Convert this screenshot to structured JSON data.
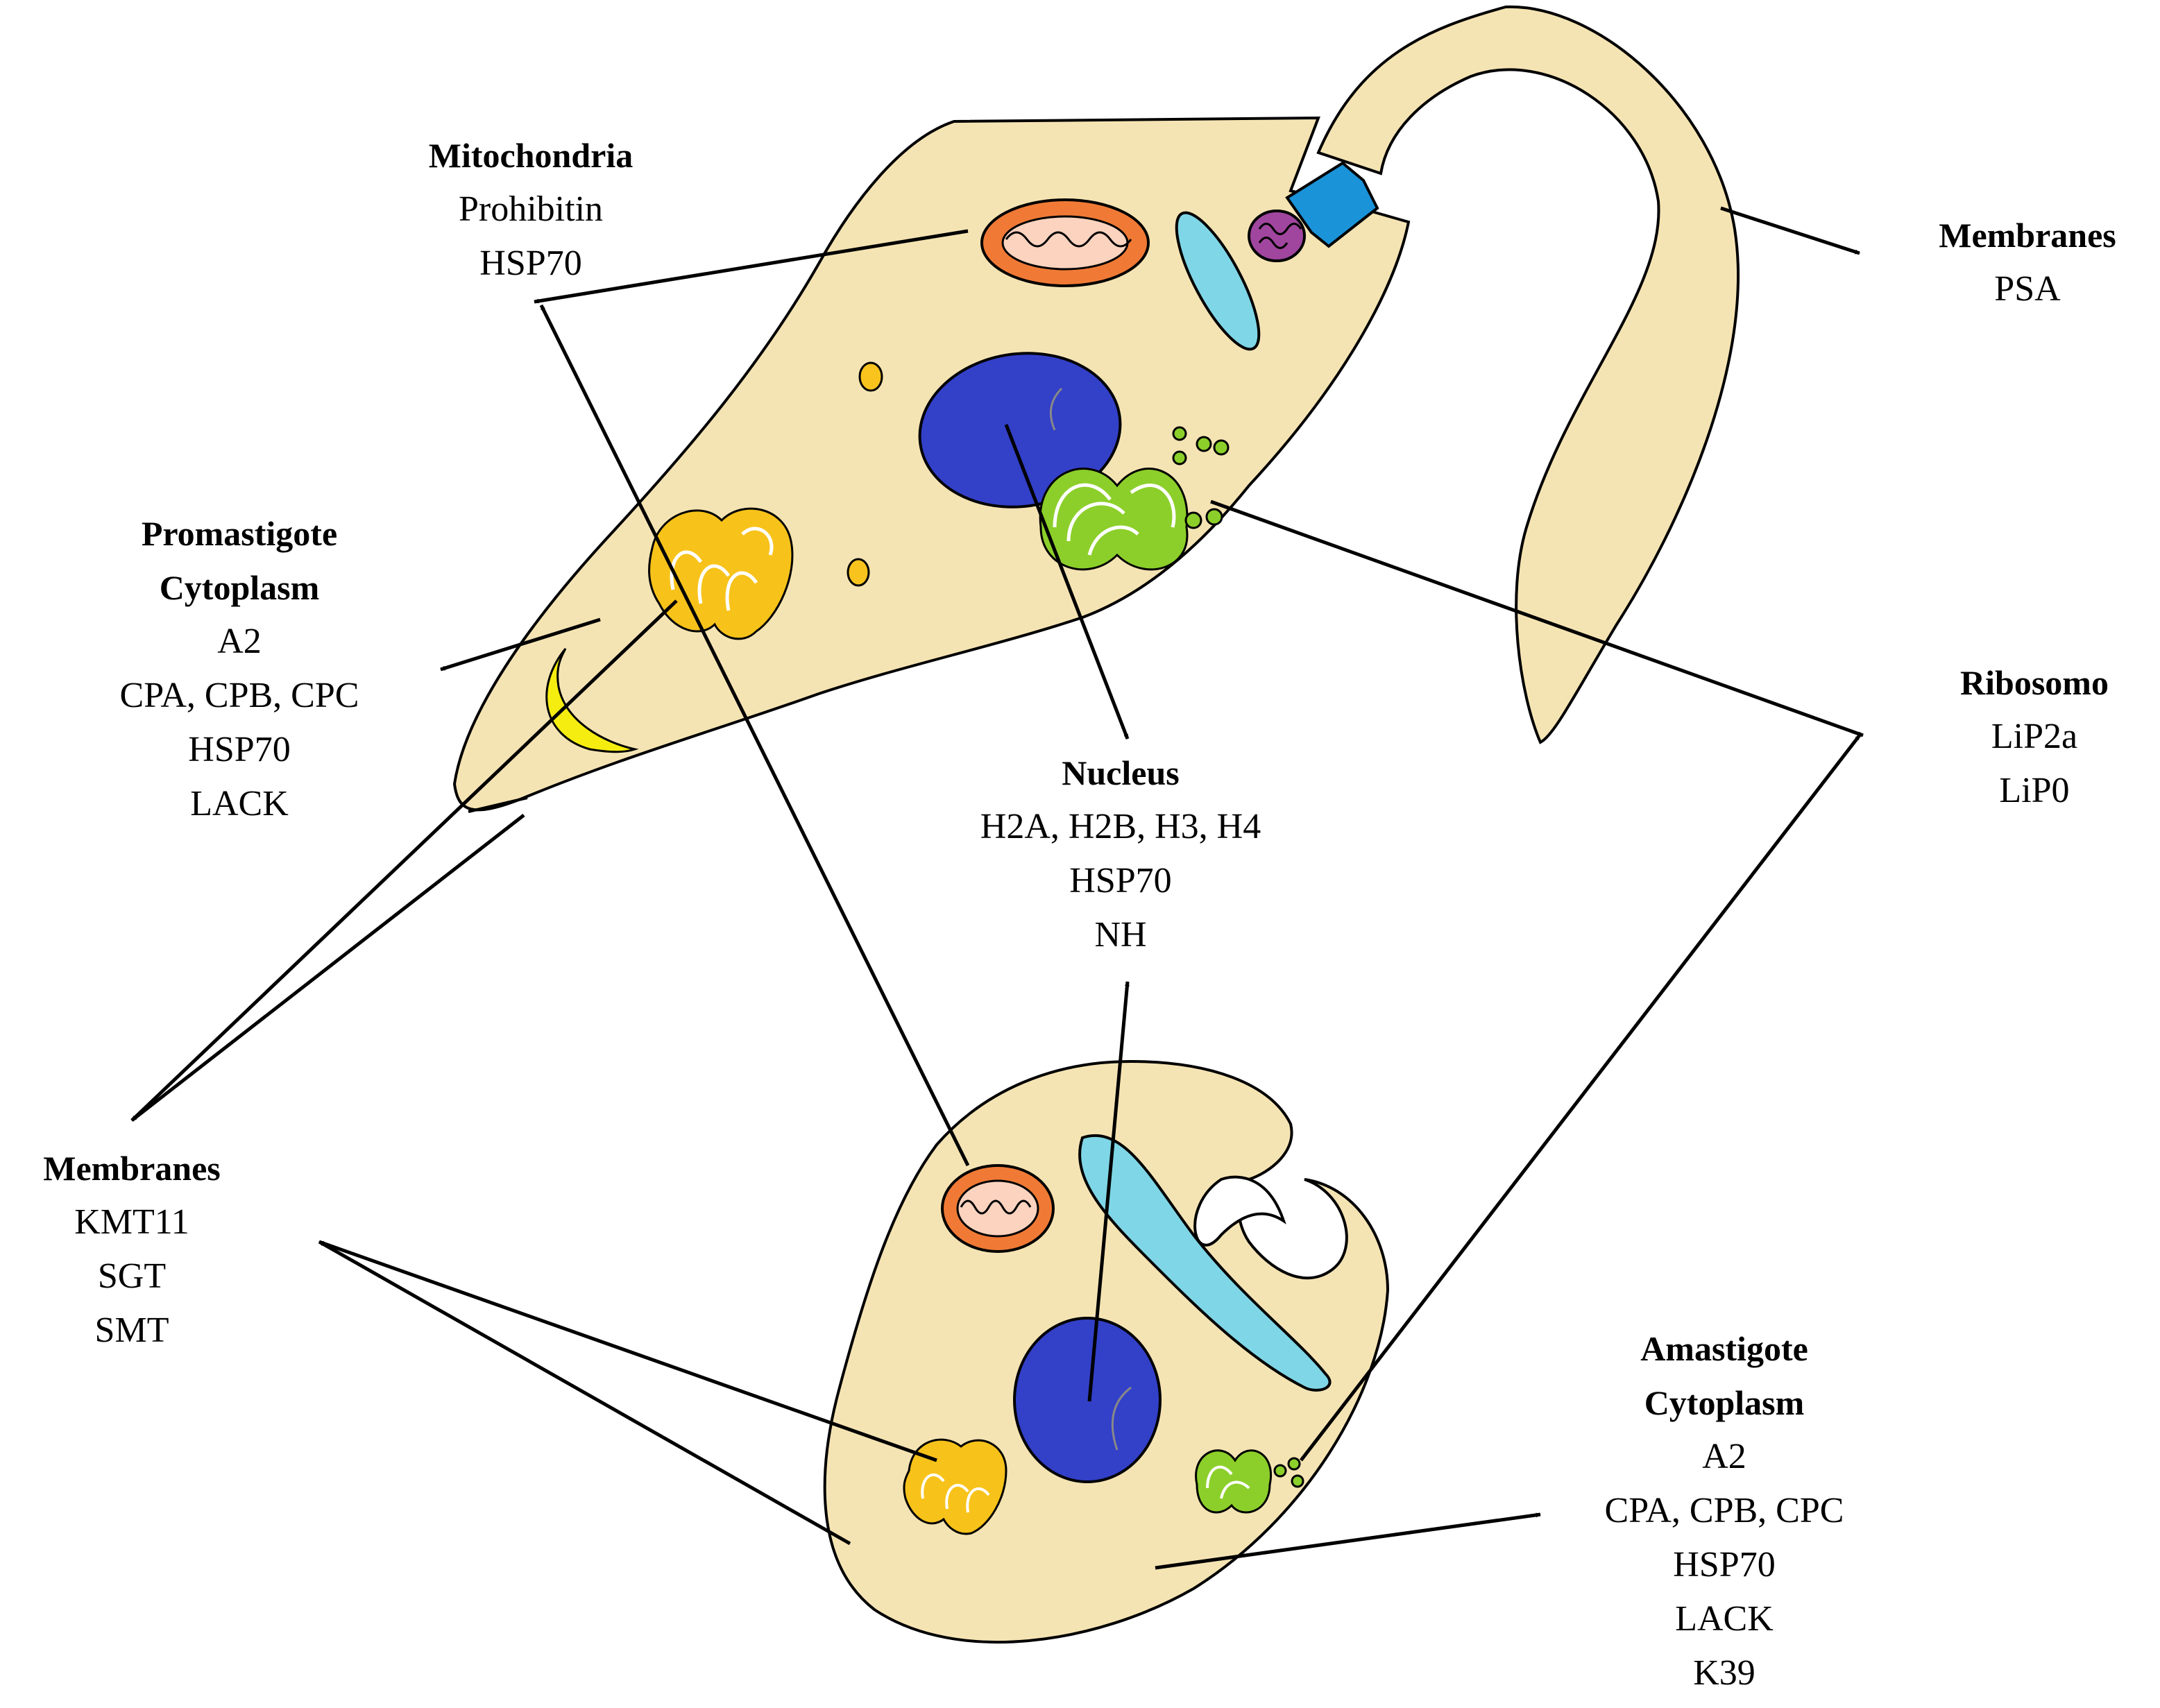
{
  "colors": {
    "cell": "#f5e4b3",
    "outline": "#000000",
    "nucleus": "#3340c8",
    "mitochondria_outer": "#f07a35",
    "mitochondria_inner": "#fbd3bf",
    "golgi": "#f7c21a",
    "er_green": "#8ccf2a",
    "vacuole": "#7fd6e6",
    "kinetoplast_blue": "#1a93d9",
    "kinetoplast_purple": "#a0469e",
    "glycosome": "#f9c31e",
    "cytostome": "#f6ed10",
    "arrow": "#000000"
  },
  "labels": {
    "mitochondria": {
      "title": "Mitochondria",
      "items": [
        "Prohibitin",
        "HSP70"
      ]
    },
    "membranes_top": {
      "title": "Membranes",
      "items": [
        "PSA"
      ]
    },
    "promastigote_cytoplasm": {
      "title_lines": [
        "Promastigote",
        "Cytoplasm"
      ],
      "items": [
        "A2",
        "CPA, CPB, CPC",
        "HSP70",
        "LACK"
      ]
    },
    "ribosomo": {
      "title": "Ribosomo",
      "items": [
        "LiP2a",
        "LiP0"
      ]
    },
    "nucleus": {
      "title": "Nucleus",
      "items": [
        "H2A, H2B, H3, H4",
        "HSP70",
        "NH"
      ]
    },
    "membranes_left": {
      "title": "Membranes",
      "items": [
        "KMT11",
        "SGT",
        "SMT"
      ]
    },
    "amastigote_cytoplasm": {
      "title_lines": [
        "Amastigote",
        "Cytoplasm"
      ],
      "items": [
        "A2",
        "CPA, CPB, CPC",
        "HSP70",
        "LACK",
        "K39"
      ]
    }
  }
}
